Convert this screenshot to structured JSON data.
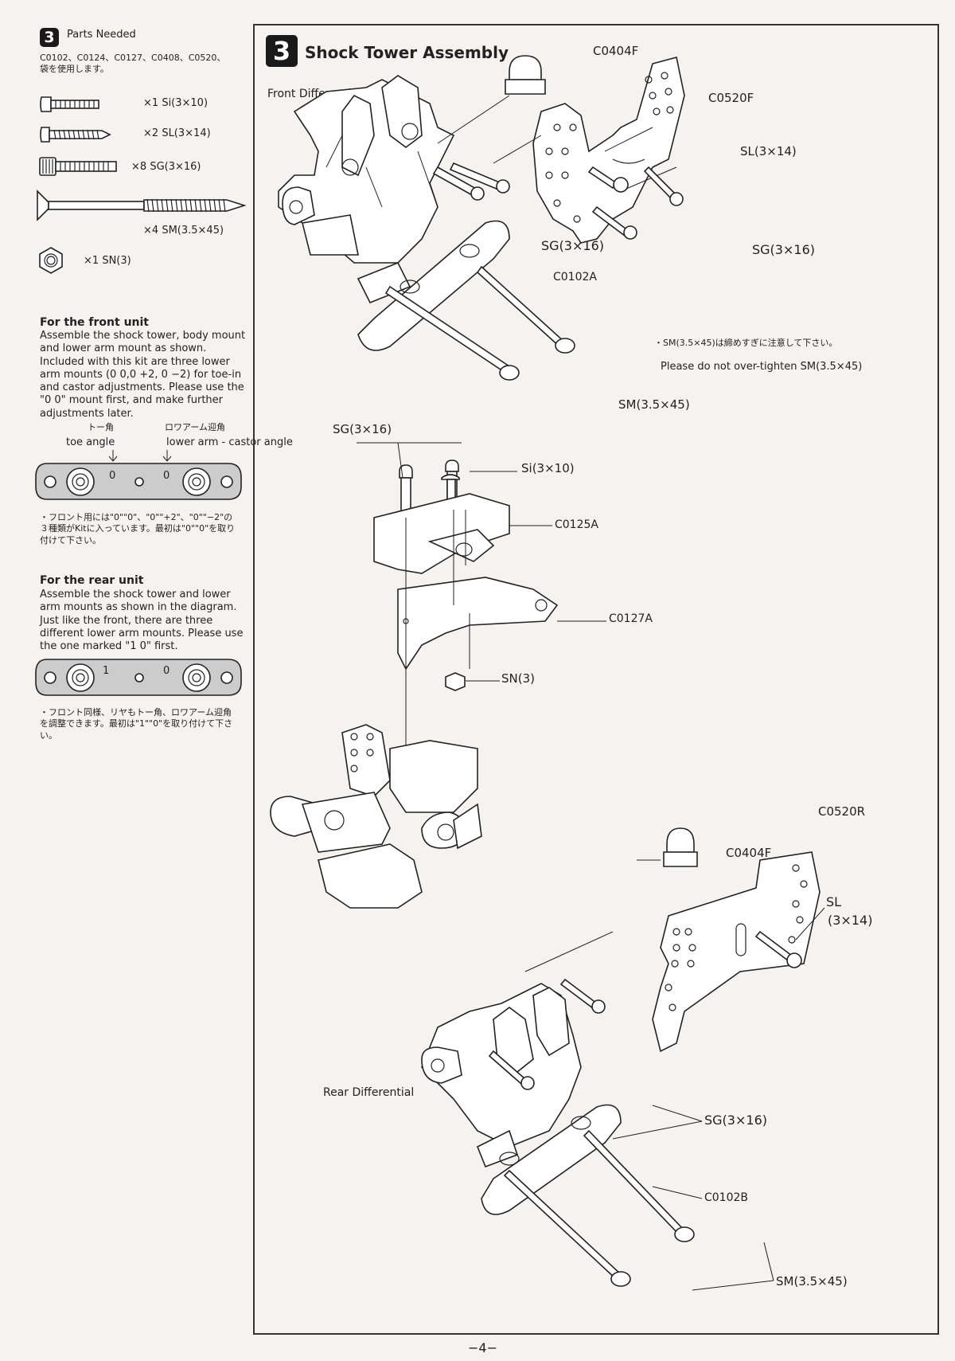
{
  "left": {
    "step_number": "3",
    "parts_needed_title": "Parts Needed",
    "parts_codes": "C0102、C0124、C0127、C0408、C0520、",
    "parts_bag_note": "袋を使用します。",
    "parts": [
      {
        "icon": "pan-head-screw-icon",
        "qty": "×1",
        "label": "Si(3×10)"
      },
      {
        "icon": "self-tapping-screw-icon",
        "qty": "×2",
        "label": "SL(3×14)"
      },
      {
        "icon": "cap-screw-icon",
        "qty": "×8",
        "label": "SG(3×16)"
      },
      {
        "icon": "long-screw-icon",
        "qty": "×4",
        "label": "SM(3.5×45)"
      },
      {
        "icon": "hex-nut-icon",
        "qty": "×1",
        "label": "SN(3)"
      }
    ],
    "front": {
      "heading": "For the front unit",
      "body": "Assemble the shock tower, body mount and lower arm mount as shown. Included with this kit are three lower arm mounts (0 0,0 +2, 0 −2) for toe-in and castor adjustments. Please use the \"0 0\" mount first, and make further adjustments later.",
      "toe_jp": "トー角",
      "toe_en": "toe angle",
      "castor_jp": "ロワアーム迎角",
      "castor_en": "lower arm - castor angle",
      "mount_marks": [
        "0",
        "0"
      ],
      "jp_note": "・フロント用には\"0\"\"0\"、\"0\"\"+2\"、\"0\"\"−2\"の３種類がKitに入っています。最初は\"0\"\"0\"を取り付けて下さい。"
    },
    "rear": {
      "heading": "For the rear unit",
      "body": "Assemble the shock tower and lower arm mounts as shown in the diagram. Just like the front, there are three different lower arm mounts. Please use the one marked \"1 0\" first.",
      "mount_marks": [
        "1",
        "0"
      ],
      "jp_note": "・フロント同様、リヤもトー角、ロワアーム迎角を調整できます。最初は\"1\"\"0\"を取り付けて下さい。"
    }
  },
  "main": {
    "step_number": "3",
    "title": "Shock Tower Assembly",
    "front_diff_label": "Front Differential",
    "rear_diff_label": "Rear Differential",
    "labels": {
      "c0404f_top": "C0404F",
      "c0520f": "C0520F",
      "sl_top": "SL(3×14)",
      "sg_a": "SG(3×16)",
      "sg_b": "SG(3×16)",
      "c0102a": "C0102A",
      "sm_top": "SM(3.5×45)",
      "sg_mid": "SG(3×16)",
      "si_mid": "Si(3×10)",
      "c0125a": "C0125A",
      "c0127a": "C0127A",
      "sn": "SN(3)",
      "c0520r": "C0520R",
      "c0404f_bottom": "C0404F",
      "sl_bottom_1": "SL",
      "sl_bottom_2": "(3×14)",
      "sg_bottom": "SG(3×16)",
      "c0102b": "C0102B",
      "sm_bottom": "SM(3.5×45)"
    },
    "warning_jp": "・SM(3.5×45)は締めすぎに注意して下さい。",
    "warning_en": "Please do not over-tighten SM(3.5×45)"
  },
  "page_number": "−4−"
}
